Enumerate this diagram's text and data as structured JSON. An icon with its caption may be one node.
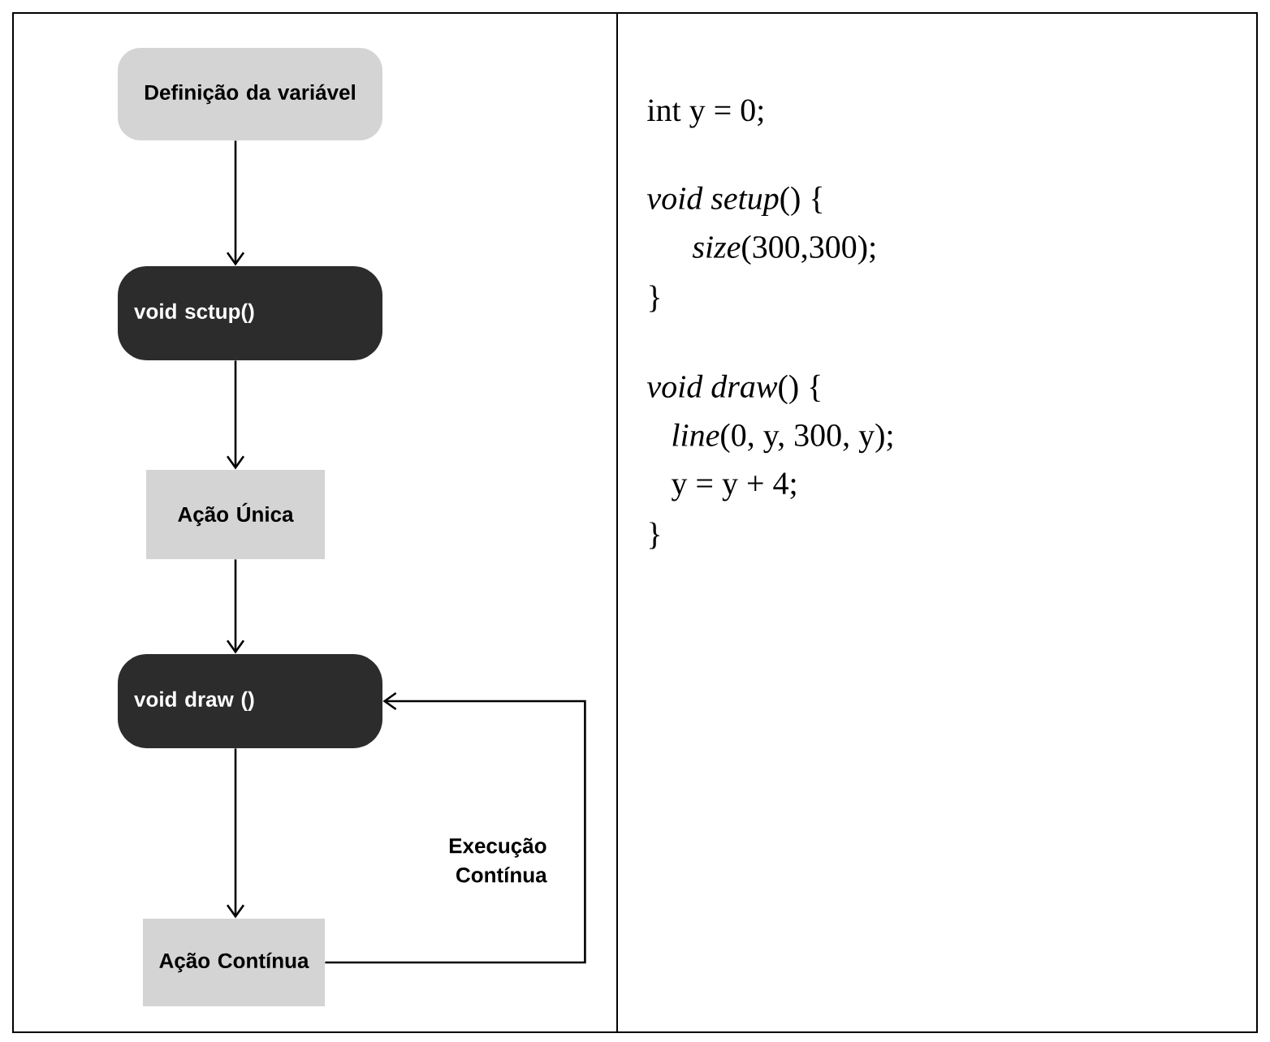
{
  "diagram": {
    "nodes": [
      {
        "text": [
          "Definição da variável"
        ]
      },
      {
        "text": [
          "void sctup()"
        ]
      },
      {
        "text": [
          "Ação Única"
        ]
      },
      {
        "text": [
          "void draw ()"
        ]
      },
      {
        "text": [
          "Ação Contínua"
        ]
      }
    ],
    "edges": [
      {
        "from": 0,
        "to": 1,
        "arrow": "to"
      },
      {
        "from": 1,
        "to": 2,
        "arrow": "to"
      },
      {
        "from": 2,
        "to": 3,
        "arrow": "to"
      },
      {
        "from": 3,
        "to": 4,
        "arrow": "to"
      },
      {
        "from": 4,
        "to": 3,
        "arrow": "to",
        "label": "Execução Contínua"
      }
    ],
    "labels": [
      "int y = 0;",
      "*void setup*() {",
      "*size*(300,300);",
      "}",
      "*void draw*() {",
      "*line*(0, y, 300, y);",
      "y = y + 4;",
      "}"
    ]
  }
}
